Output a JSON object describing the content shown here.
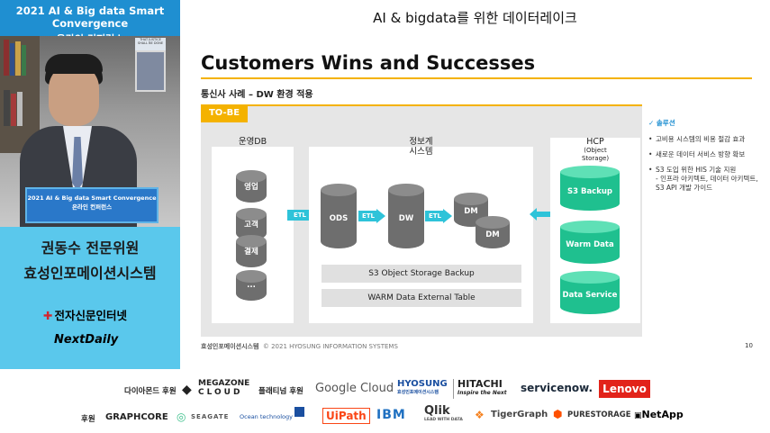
{
  "header": {
    "conference_line1": "2021 AI & Big data Smart Convergence",
    "conference_line2": "온라인 컨퍼런스",
    "session_title": "AI & bigdata를 위한 데이터레이크"
  },
  "speaker": {
    "name_line": "권동수 전문위원",
    "company_line": "효성인포메이션시스템",
    "desk_sign_line1": "2021 AI & Big data Smart Convergence",
    "desk_sign_line2": "온라인 컨퍼런스",
    "poster_text": "THAT JUSTICE SHALL BE DONE"
  },
  "organizer_logos": {
    "logo1": "전자신문인터넷",
    "logo2": "NextDaily"
  },
  "slide": {
    "title": "Customers Wins and Successes",
    "subtitle": "통신사 사례 – DW 환경 적용",
    "tag": "TO-BE",
    "ops_db_label": "운영DB",
    "ops_db_items": [
      "영업",
      "고객",
      "결제",
      "..."
    ],
    "info_sys_label_line1": "정보계",
    "info_sys_label_line2": "시스템",
    "etl_label": "ETL",
    "ods_label": "ODS",
    "dw_label": "DW",
    "dm_label": "DM",
    "s3_backup_bar": "S3 Object Storage Backup",
    "warm_table_bar": "WARM Data External Table",
    "hcp_label": "HCP",
    "hcp_sub_line1": "(Object",
    "hcp_sub_line2": "Storage)",
    "hcp_items": [
      "S3 Backup",
      "Warm Data",
      "Data Service"
    ],
    "notes_head": "✓ 솔루션",
    "notes": [
      "고비용 시스템의 비용 절감 효과",
      "새로운 데이터 서비스 방향 확보",
      "S3 도입 위한 HIS 기술 지원\n - 인프라 아키텍트, 데이터 아키텍트, S3 API 개발 가이드"
    ],
    "footer_company": "효성인포메이션시스템",
    "footer_copyright": "© 2021 HYOSUNG INFORMATION SYSTEMS",
    "page_number": "10"
  },
  "sponsors": {
    "diamond_label": "다이아몬드 후원",
    "megazone_line1": "MEGAZONE",
    "megazone_line2": "CLOUD",
    "platinum_label": "플래티넘 후원",
    "google": "Google Cloud",
    "hyosung": "HYOSUNG",
    "hyosung_sub": "효성인포메이션시스템",
    "hitachi": "HITACHI",
    "hitachi_sub": "Inspire the Next",
    "servicenow": "servicenow.",
    "lenovo": "Lenovo",
    "sponsor_label": "후원",
    "graphcore": "GRAPHCORE",
    "seagate": "SEAGATE",
    "ocean": "Ocean technology",
    "uipath": "UiPath",
    "ibm": "IBM",
    "qlik": "Qlik",
    "qlik_sub": "LEAD WITH DATA",
    "tigergraph": "TigerGraph",
    "purestorage": "PURESTORAGE",
    "netapp": "NetApp"
  },
  "colors": {
    "sidebar_bg": "#5ac8ec",
    "sidebar_header": "#1f8fd1",
    "accent_yellow": "#f4b200",
    "etl_cyan": "#2ec3d9",
    "cylinder_gray": "#6e6e6e",
    "hcp_green": "#1fc08f"
  }
}
